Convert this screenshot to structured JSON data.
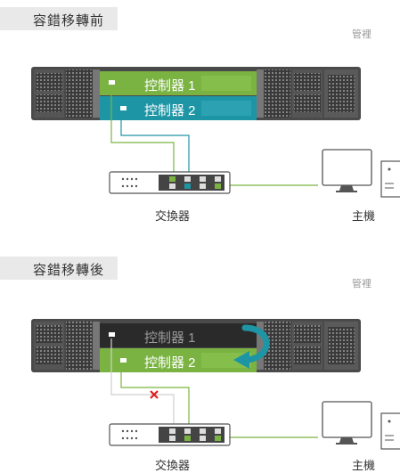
{
  "before": {
    "title": "容錯移轉前",
    "management_label": "管裡",
    "controller1_label": "控制器 1",
    "controller2_label": "控制器 2",
    "switch_label": "交換器",
    "host_label": "主機",
    "controller1_color": "#7ab342",
    "controller2_color": "#1e95a5"
  },
  "after": {
    "title": "容錯移轉後",
    "management_label": "管裡",
    "controller1_label": "控制器 1",
    "controller2_label": "控制器 2",
    "switch_label": "交換器",
    "host_label": "主機",
    "failed_color": "#2a2a2a",
    "active_color": "#7ab342",
    "failover_arrow_color": "#1e95a5",
    "fault_mark_color": "#e02020"
  }
}
